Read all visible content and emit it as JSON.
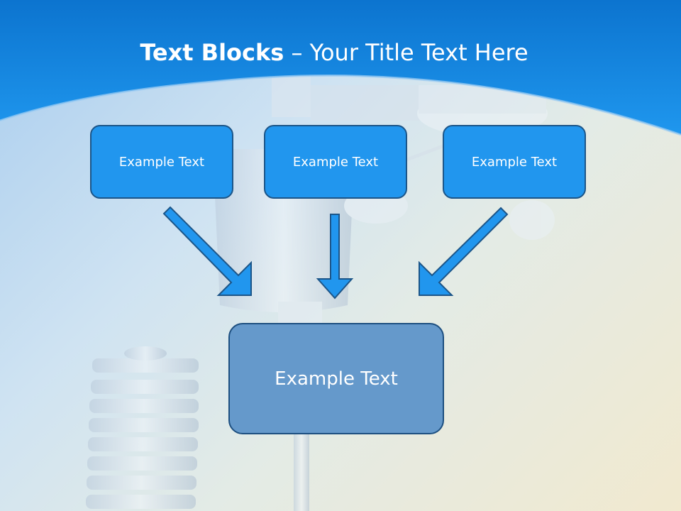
{
  "title": {
    "bold": "Text Blocks",
    "dash": " – ",
    "rest": "Your Title Text Here"
  },
  "boxes": {
    "top": [
      "Example Text",
      "Example Text",
      "Example Text"
    ],
    "bottom": "Example Text"
  },
  "colors": {
    "header": "#1688e2",
    "box_fill": "#2196ee",
    "box_border": "#1c5588",
    "bottom_fill": "#6599cb",
    "arrow": "#2196ee"
  },
  "icons": [
    "down-right-arrow-icon",
    "down-arrow-icon",
    "down-left-arrow-icon"
  ]
}
